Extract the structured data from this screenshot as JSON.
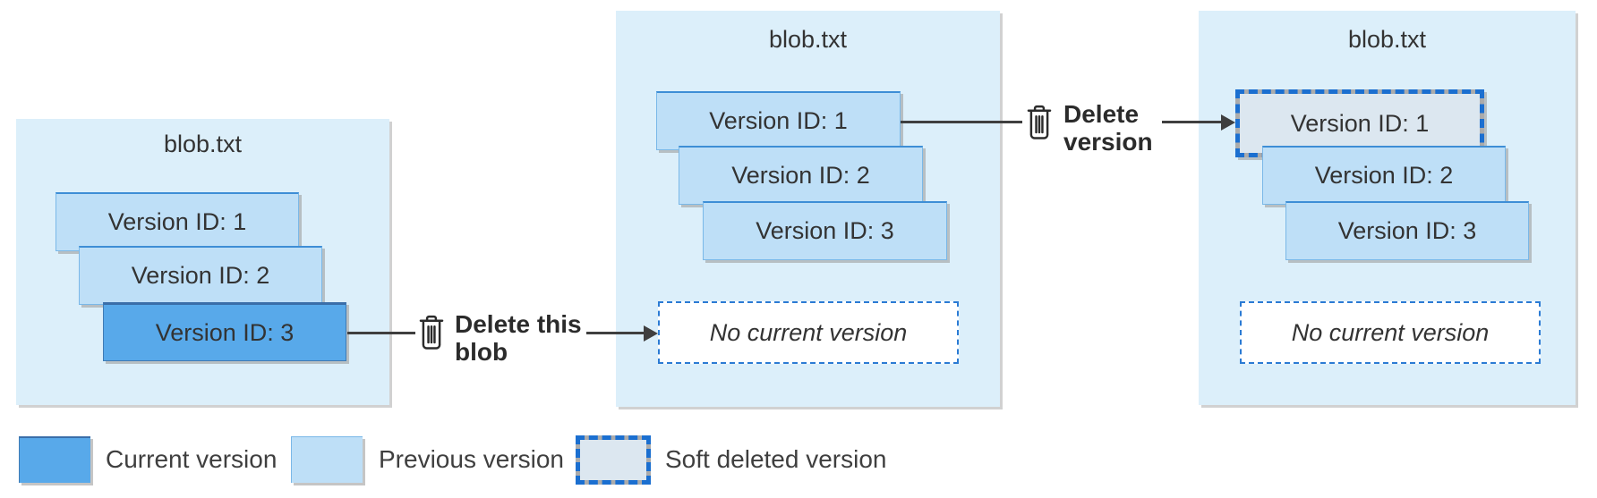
{
  "colors": {
    "panel_bg": "#dceffa",
    "current_fill": "#58a9ea",
    "previous_fill": "#bedff7",
    "soft_deleted_fill": "#dce7f0",
    "soft_deleted_border_blue": "#1b6fd0",
    "soft_deleted_border_gray": "#ababab",
    "dashed_box_border": "#2b7bd4",
    "arrow": "#3f3f3f",
    "text": "#333333"
  },
  "panels": [
    {
      "title": "blob.txt",
      "versions": [
        {
          "label": "Version ID: 1",
          "state": "previous"
        },
        {
          "label": "Version ID: 2",
          "state": "previous"
        },
        {
          "label": "Version ID: 3",
          "state": "current"
        }
      ]
    },
    {
      "title": "blob.txt",
      "versions": [
        {
          "label": "Version ID: 1",
          "state": "previous"
        },
        {
          "label": "Version ID: 2",
          "state": "previous"
        },
        {
          "label": "Version ID: 3",
          "state": "previous"
        }
      ],
      "placeholder": "No current version"
    },
    {
      "title": "blob.txt",
      "versions": [
        {
          "label": "Version ID: 1",
          "state": "soft-deleted"
        },
        {
          "label": "Version ID: 2",
          "state": "previous"
        },
        {
          "label": "Version ID: 3",
          "state": "previous"
        }
      ],
      "placeholder": "No current version"
    }
  ],
  "annotations": [
    {
      "icon": "trash-icon",
      "label": "Delete this blob"
    },
    {
      "icon": "trash-icon",
      "label": "Delete version"
    }
  ],
  "legend": {
    "items": [
      {
        "swatch": "current",
        "label": "Current version"
      },
      {
        "swatch": "previous",
        "label": "Previous version"
      },
      {
        "swatch": "soft-deleted",
        "label": "Soft deleted version"
      }
    ]
  }
}
